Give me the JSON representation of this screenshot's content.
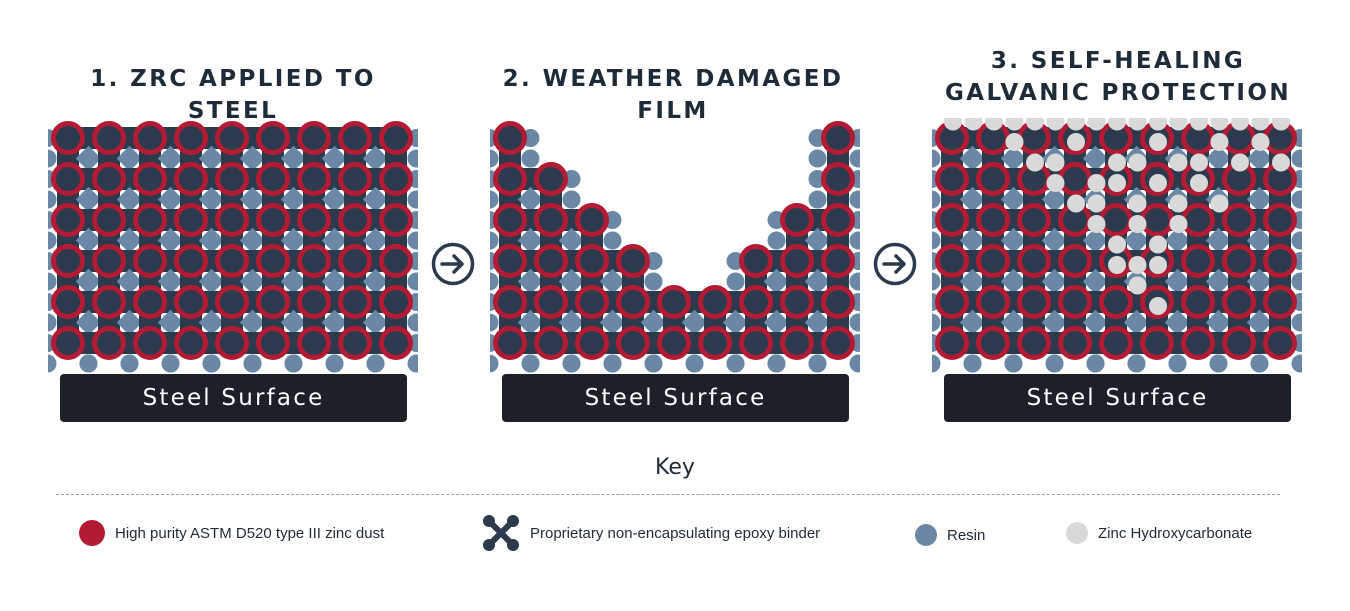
{
  "panels": [
    {
      "id": "applied",
      "title_lines": [
        "1. ZRC APPLIED TO STEEL"
      ],
      "surface_label": "Steel Surface"
    },
    {
      "id": "damaged",
      "title_lines": [
        "2. WEATHER DAMAGED FILM"
      ],
      "surface_label": "Steel Surface"
    },
    {
      "id": "healing",
      "title_lines": [
        "3. SELF-HEALING",
        "GALVANIC PROTECTION"
      ],
      "surface_label": "Steel Surface"
    }
  ],
  "arrows": [
    {
      "icon": "arrow-right-circle-icon"
    },
    {
      "icon": "arrow-right-circle-icon"
    }
  ],
  "key": {
    "title": "Key",
    "items": [
      {
        "name": "zinc",
        "label": "High purity ASTM D520 type III zinc dust",
        "icon": "red-circle-icon",
        "color": "#b31b34"
      },
      {
        "name": "binder",
        "label": "Proprietary non-encapsulating epoxy binder",
        "icon": "binder-cross-icon",
        "color": "#2c3a4d"
      },
      {
        "name": "resin",
        "label": "Resin",
        "icon": "blue-circle-icon",
        "color": "#6a88a6"
      },
      {
        "name": "hydroxycarbonate",
        "label": "Zinc Hydroxycarbonate",
        "icon": "gray-circle-icon",
        "color": "#d9d9d9"
      }
    ]
  },
  "colors": {
    "zinc": "#b31b34",
    "binder": "#2c3a4d",
    "resin": "#6a88a6",
    "hydroxycarbonate": "#d9d9d9",
    "steel": "#1b2029",
    "text": "#1e2b38"
  }
}
